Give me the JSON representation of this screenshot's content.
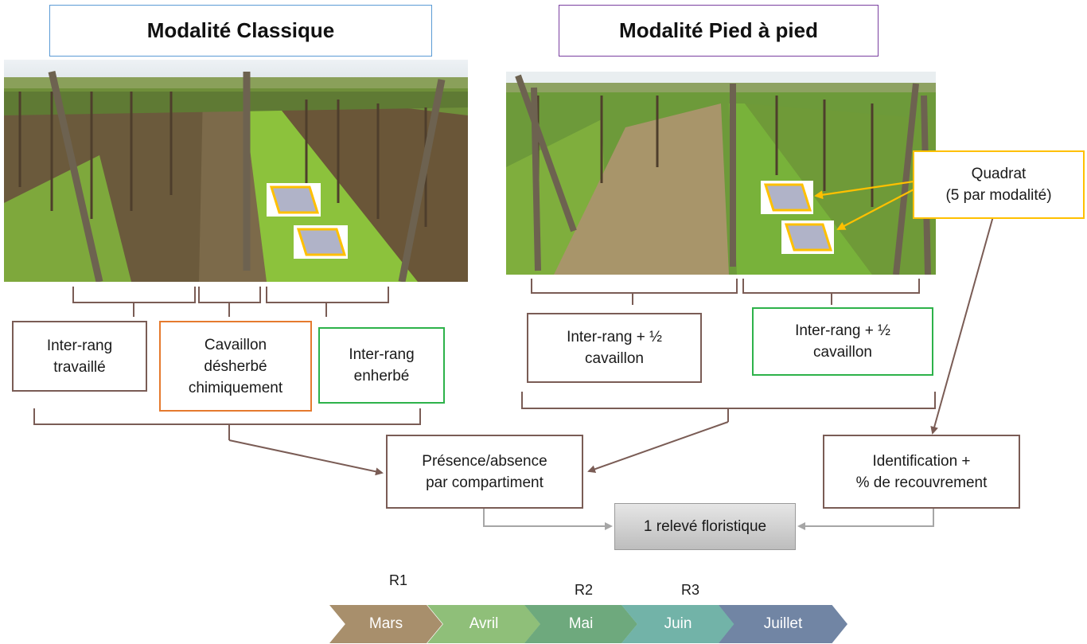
{
  "titles": {
    "classique": "Modalité Classique",
    "pied": "Modalité Pied à pied"
  },
  "quadrat_label": "Quadrat\n(5 par modalité)",
  "classique_boxes": {
    "inter_rang_travaille": "Inter-rang\ntravaillé",
    "cavaillon": "Cavaillon\ndésherbé\nchimiquement",
    "inter_rang_enherbe": "Inter-rang\nenherbé"
  },
  "pied_boxes": {
    "left": "Inter-rang + ½\ncavaillon",
    "right": "Inter-rang + ½\ncavaillon"
  },
  "presence": "Présence/absence\npar compartiment",
  "identification": "Identification +\n% de recouvrement",
  "releve": "1 relevé floristique",
  "timeline": {
    "months": [
      "Mars",
      "Avril",
      "Mai",
      "Juin",
      "Juillet"
    ],
    "month_colors": [
      "#a88f6c",
      "#8fbf79",
      "#6ea97d",
      "#72b3a8",
      "#7185a4"
    ],
    "releves": [
      "R1",
      "R2",
      "R3"
    ]
  },
  "colors": {
    "brown": "#7a5c55",
    "orange": "#e57a2e",
    "green": "#2db24a",
    "blue": "#5b9bd5",
    "purple": "#7a3fa0",
    "quadrat": "#ffc000",
    "gray_arrow": "#a6a6a6"
  }
}
